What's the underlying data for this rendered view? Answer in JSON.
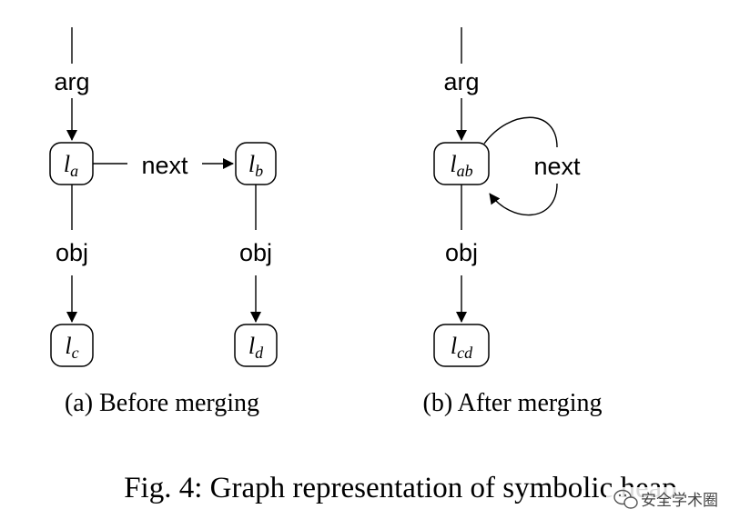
{
  "figure": {
    "caption": "Fig. 4: Graph representation of symbolic heap"
  },
  "panels": [
    {
      "id": "a",
      "caption": "(a) Before merging",
      "nodes": [
        {
          "id": "la",
          "base": "l",
          "sub": "a"
        },
        {
          "id": "lb",
          "base": "l",
          "sub": "b"
        },
        {
          "id": "lc",
          "base": "l",
          "sub": "c"
        },
        {
          "id": "ld",
          "base": "l",
          "sub": "d"
        }
      ],
      "edges": [
        {
          "from": "",
          "to": "la",
          "label": "arg"
        },
        {
          "from": "la",
          "to": "lb",
          "label": "next"
        },
        {
          "from": "la",
          "to": "lc",
          "label": "obj"
        },
        {
          "from": "lb",
          "to": "ld",
          "label": "obj"
        }
      ]
    },
    {
      "id": "b",
      "caption": "(b) After merging",
      "nodes": [
        {
          "id": "lab",
          "base": "l",
          "sub": "ab"
        },
        {
          "id": "lcd",
          "base": "l",
          "sub": "cd"
        }
      ],
      "edges": [
        {
          "from": "",
          "to": "lab",
          "label": "arg"
        },
        {
          "from": "lab",
          "to": "lab",
          "label": "next"
        },
        {
          "from": "lab",
          "to": "lcd",
          "label": "obj"
        }
      ]
    }
  ],
  "watermark": {
    "icon": "wechat-icon",
    "text": "安全学术圈"
  }
}
